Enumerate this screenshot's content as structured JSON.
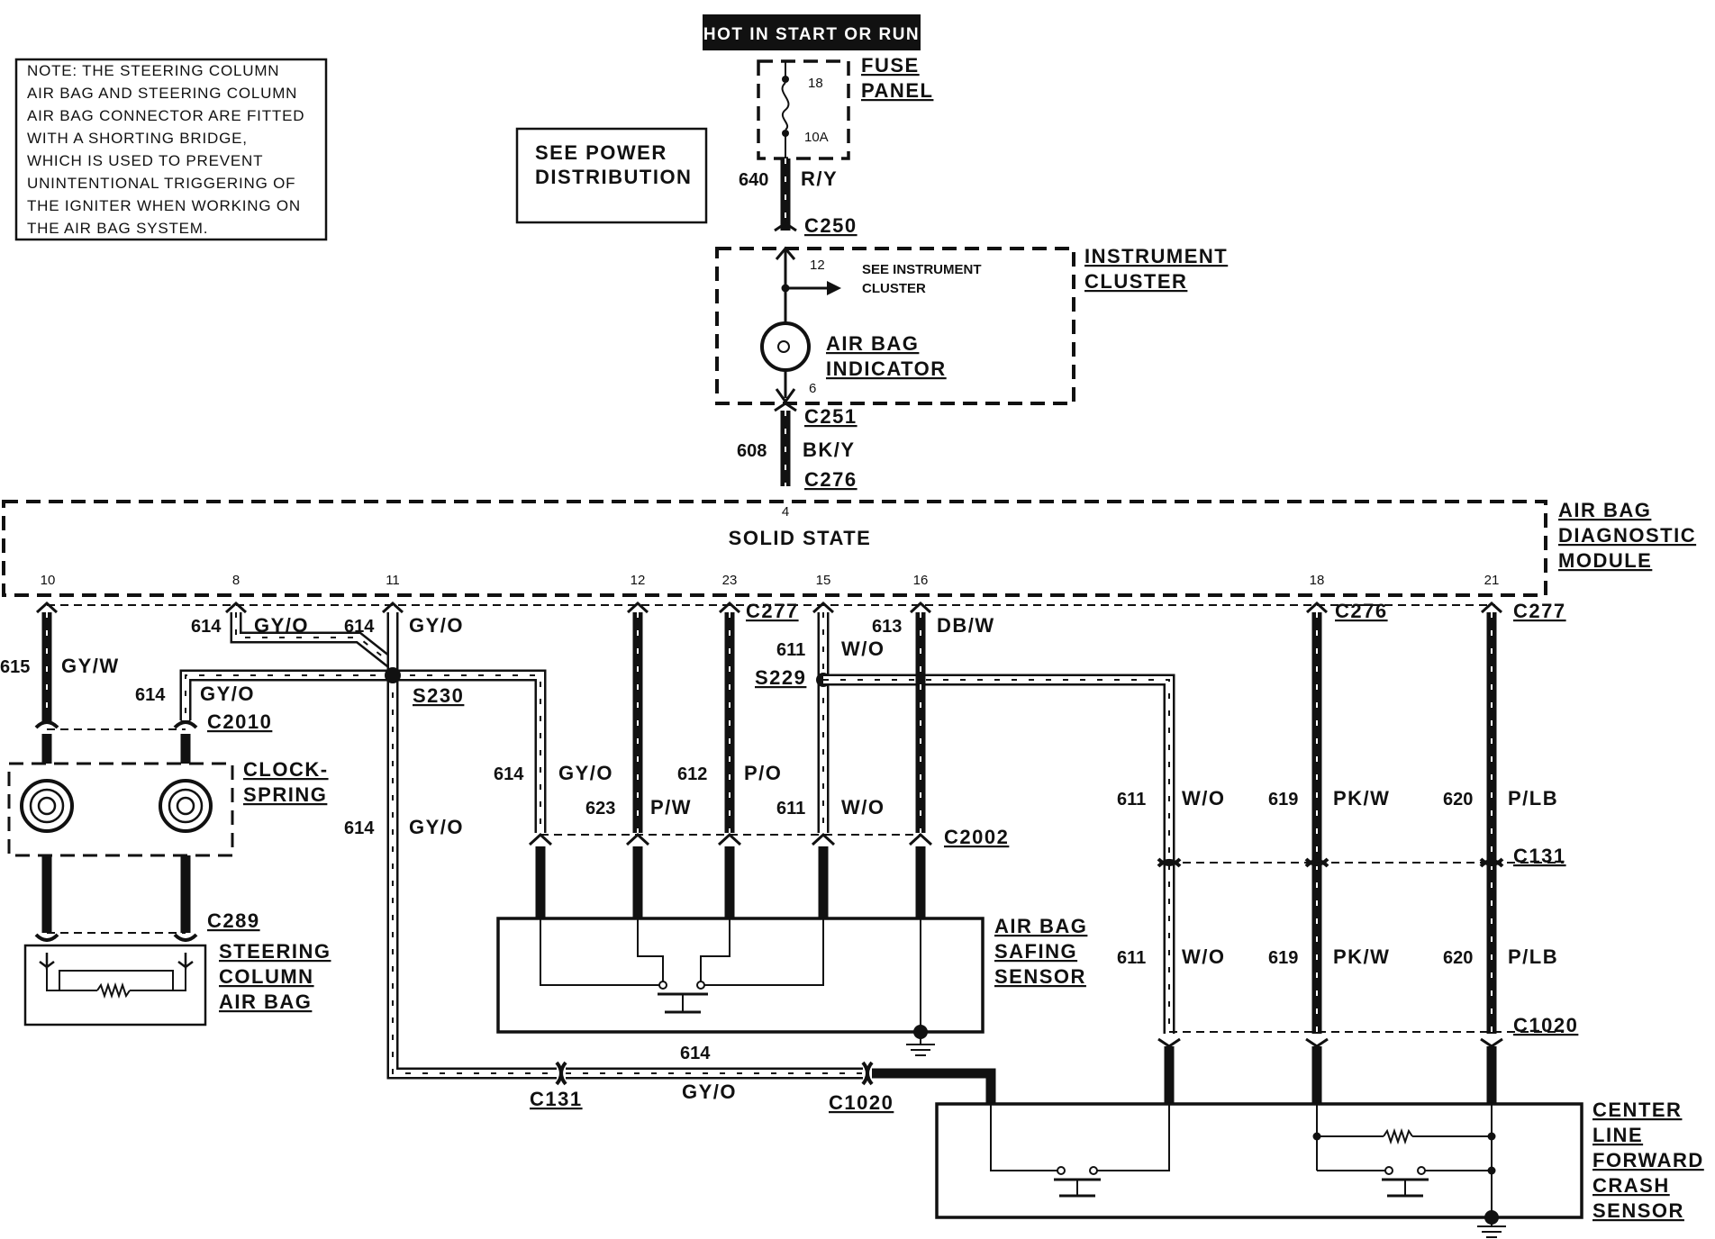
{
  "power_banner": "HOT IN START OR RUN",
  "note": {
    "lines": [
      "NOTE: THE STEERING COLUMN",
      "AIR BAG AND STEERING COLUMN",
      "AIR BAG CONNECTOR ARE FITTED",
      "WITH A SHORTING BRIDGE,",
      "WHICH IS USED TO PREVENT",
      "UNINTENTIONAL TRIGGERING OF",
      "THE IGNITER WHEN WORKING ON",
      "THE AIR BAG SYSTEM."
    ]
  },
  "see_power": {
    "line1": "SEE POWER",
    "line2": "DISTRIBUTION"
  },
  "fuse": {
    "label1": "FUSE",
    "label2": "PANEL",
    "number": "18",
    "rating": "10A"
  },
  "wire_640": {
    "circuit": "640",
    "color": "R/Y"
  },
  "conn_c250": "C250",
  "instrument_cluster": {
    "label1": "INSTRUMENT",
    "label2": "CLUSTER",
    "pin_in": "12",
    "pin_out": "6",
    "see1": "SEE INSTRUMENT",
    "see2": "CLUSTER",
    "indicator1": "AIR BAG",
    "indicator2": "INDICATOR"
  },
  "conn_c251": "C251",
  "wire_608": {
    "circuit": "608",
    "color": "BK/Y"
  },
  "conn_c276_top": "C276",
  "module": {
    "label1": "AIR BAG",
    "label2": "DIAGNOSTIC",
    "label3": "MODULE",
    "inner": "SOLID STATE",
    "pin_top": "4",
    "pins": [
      "10",
      "8",
      "11",
      "12",
      "23",
      "15",
      "16",
      "18",
      "21"
    ]
  },
  "wires": {
    "w615": {
      "circuit": "615",
      "color": "GY/W"
    },
    "w614a": {
      "circuit": "614",
      "color": "GY/O"
    },
    "w614b": {
      "circuit": "614",
      "color": "GY/O"
    },
    "w614c": {
      "circuit": "614",
      "color": "GY/O"
    },
    "w614d": {
      "circuit": "614",
      "color": "GY/O"
    },
    "w614e": {
      "circuit": "614",
      "color": "GY/O"
    },
    "w614f": {
      "circuit": "614",
      "color": "GY/O"
    },
    "w623": {
      "circuit": "623",
      "color": "P/W"
    },
    "w612": {
      "circuit": "612",
      "color": "P/O"
    },
    "w611a": {
      "circuit": "611",
      "color": "W/O"
    },
    "w611b": {
      "circuit": "611",
      "color": "W/O"
    },
    "w611c": {
      "circuit": "611",
      "color": "W/O"
    },
    "w611d": {
      "circuit": "611",
      "color": "W/O"
    },
    "w613": {
      "circuit": "613",
      "color": "DB/W"
    },
    "w619a": {
      "circuit": "619",
      "color": "PK/W"
    },
    "w619b": {
      "circuit": "619",
      "color": "PK/W"
    },
    "w620a": {
      "circuit": "620",
      "color": "P/LB"
    },
    "w620b": {
      "circuit": "620",
      "color": "P/LB"
    }
  },
  "connectors": {
    "c277a": "C277",
    "c277b": "C277",
    "c276": "C276",
    "c2010": "C2010",
    "c289": "C289",
    "c2002": "C2002",
    "c131a": "C131",
    "c131b": "C131",
    "c1020a": "C1020",
    "c1020b": "C1020"
  },
  "splices": {
    "s230": "S230",
    "s229": "S229"
  },
  "clockspring": {
    "label1": "CLOCK-",
    "label2": "SPRING"
  },
  "steering_air_bag": {
    "label1": "STEERING",
    "label2": "COLUMN",
    "label3": "AIR BAG"
  },
  "safing_sensor": {
    "label1": "AIR BAG",
    "label2": "SAFING",
    "label3": "SENSOR"
  },
  "crash_sensor": {
    "label1": "CENTER",
    "label2": "LINE",
    "label3": "FORWARD",
    "label4": "CRASH",
    "label5": "SENSOR"
  }
}
